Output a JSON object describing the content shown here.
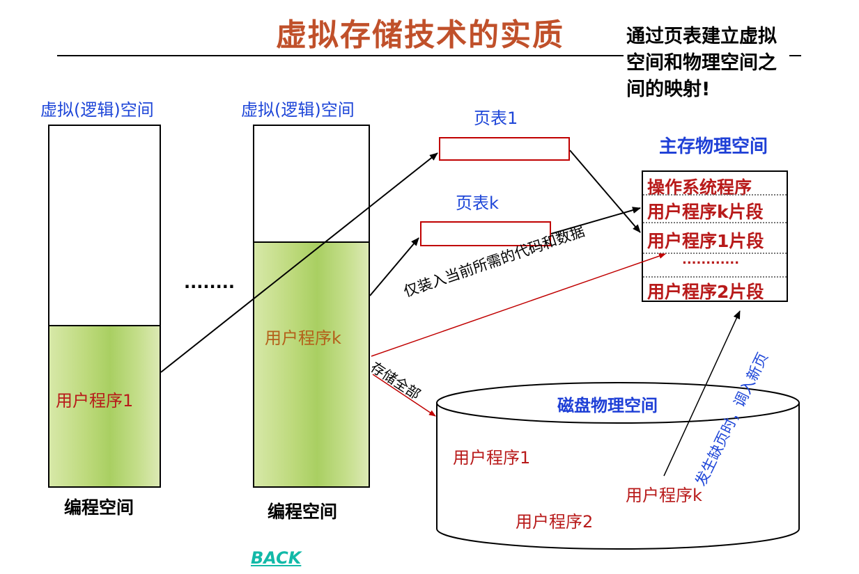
{
  "title": "虚拟存储技术的实质",
  "note": "通过页表建立虚拟空间和物理空间之间的映射!",
  "virtual_space_label_1": "虚拟(逻辑)空间",
  "virtual_space_label_2": "虚拟(逻辑)空间",
  "ellipsis_between": "........",
  "user_program_1": "用户程序1",
  "user_program_k": "用户程序k",
  "program_space_label_1": "编程空间",
  "program_space_label_2": "编程空间",
  "page_table_1": "页表1",
  "page_table_k": "页表k",
  "main_memory_title": "主存物理空间",
  "memory_rows": [
    "操作系统程序",
    "用户程序k片段",
    "用户程序1片段",
    "............",
    "用户程序2片段"
  ],
  "load_arrow_label": "仅装入当前所需的代码和数据",
  "store_arrow_label": "存储全部",
  "disk_title": "磁盘物理空间",
  "disk_programs": [
    "用户程序1",
    "用户程序k",
    "用户程序2"
  ],
  "page_fault_label": "发生缺页时，调入新页",
  "back_link": "BACK",
  "colors": {
    "title": "#c0502a",
    "blue_label": "#1e46d8",
    "red_text": "#b81a1a",
    "page_table_border": "#c00000",
    "program_fill": "#bcd97a",
    "back_link": "#12b9a8"
  }
}
